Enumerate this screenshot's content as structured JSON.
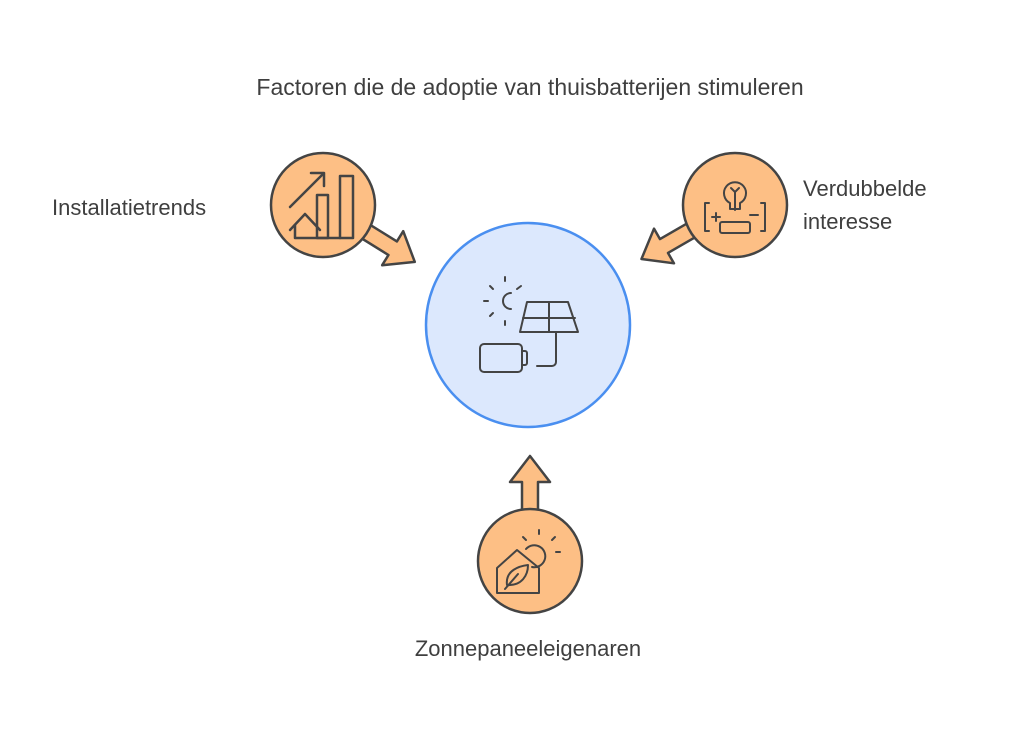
{
  "title": "Factoren die de adoptie van thuisbatterijen stimuleren",
  "center": {
    "icon": "solar-panel-battery-icon"
  },
  "factors": [
    {
      "label_lines": [
        "Installatietrends"
      ],
      "icon": "chart-house-icon"
    },
    {
      "label_lines": [
        "Verdubbelde",
        "interesse"
      ],
      "icon": "lightbulb-battery-icon"
    },
    {
      "label_lines": [
        "Zonnepaneeleigenaren"
      ],
      "icon": "eco-house-sun-icon"
    }
  ],
  "colors": {
    "factor_fill": "#FDBF85",
    "center_fill": "#DCE8FD",
    "center_stroke": "#4A8FF0",
    "outline": "#444444",
    "text": "#3F3F3F"
  }
}
